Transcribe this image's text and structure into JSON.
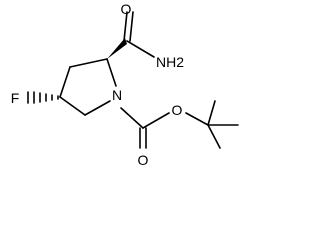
{
  "molecule": {
    "atoms": {
      "o_amide": "O",
      "nh2": "NH2",
      "fluorine": "F",
      "n_ring": "N",
      "o_ester": "O",
      "o_carbonyl": "O"
    }
  },
  "colors": {
    "bond": "#000000",
    "label": "#000000",
    "background": "#ffffff"
  }
}
